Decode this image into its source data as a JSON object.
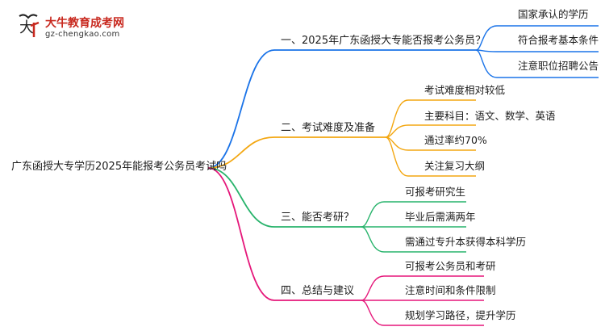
{
  "logo": {
    "name": "大牛教育成考网",
    "url": "gz-chengkao.com"
  },
  "root": "广东函授大专学历2025年能报考公务员考试吗",
  "branches": [
    {
      "label": "一、2025年广东函授大专能否报考公务员？",
      "color": "#1a73e8",
      "leaves": [
        "国家承认的学历",
        "符合报考基本条件",
        "注意职位招聘公告"
      ]
    },
    {
      "label": "二、考试难度及准备",
      "color": "#f3a712",
      "leaves": [
        "考试难度相对较低",
        "主要科目：语文、数学、英语",
        "通过率约70%",
        "关注复习大纲"
      ]
    },
    {
      "label": "三、能否考研？",
      "color": "#27b36b",
      "leaves": [
        "可报考研究生",
        "毕业后需满两年",
        "需通过专升本获得本科学历"
      ]
    },
    {
      "label": "四、总结与建议",
      "color": "#e5177a",
      "leaves": [
        "可报考公务员和考研",
        "注意时间和条件限制",
        "规划学习路径，提升学历"
      ]
    }
  ]
}
